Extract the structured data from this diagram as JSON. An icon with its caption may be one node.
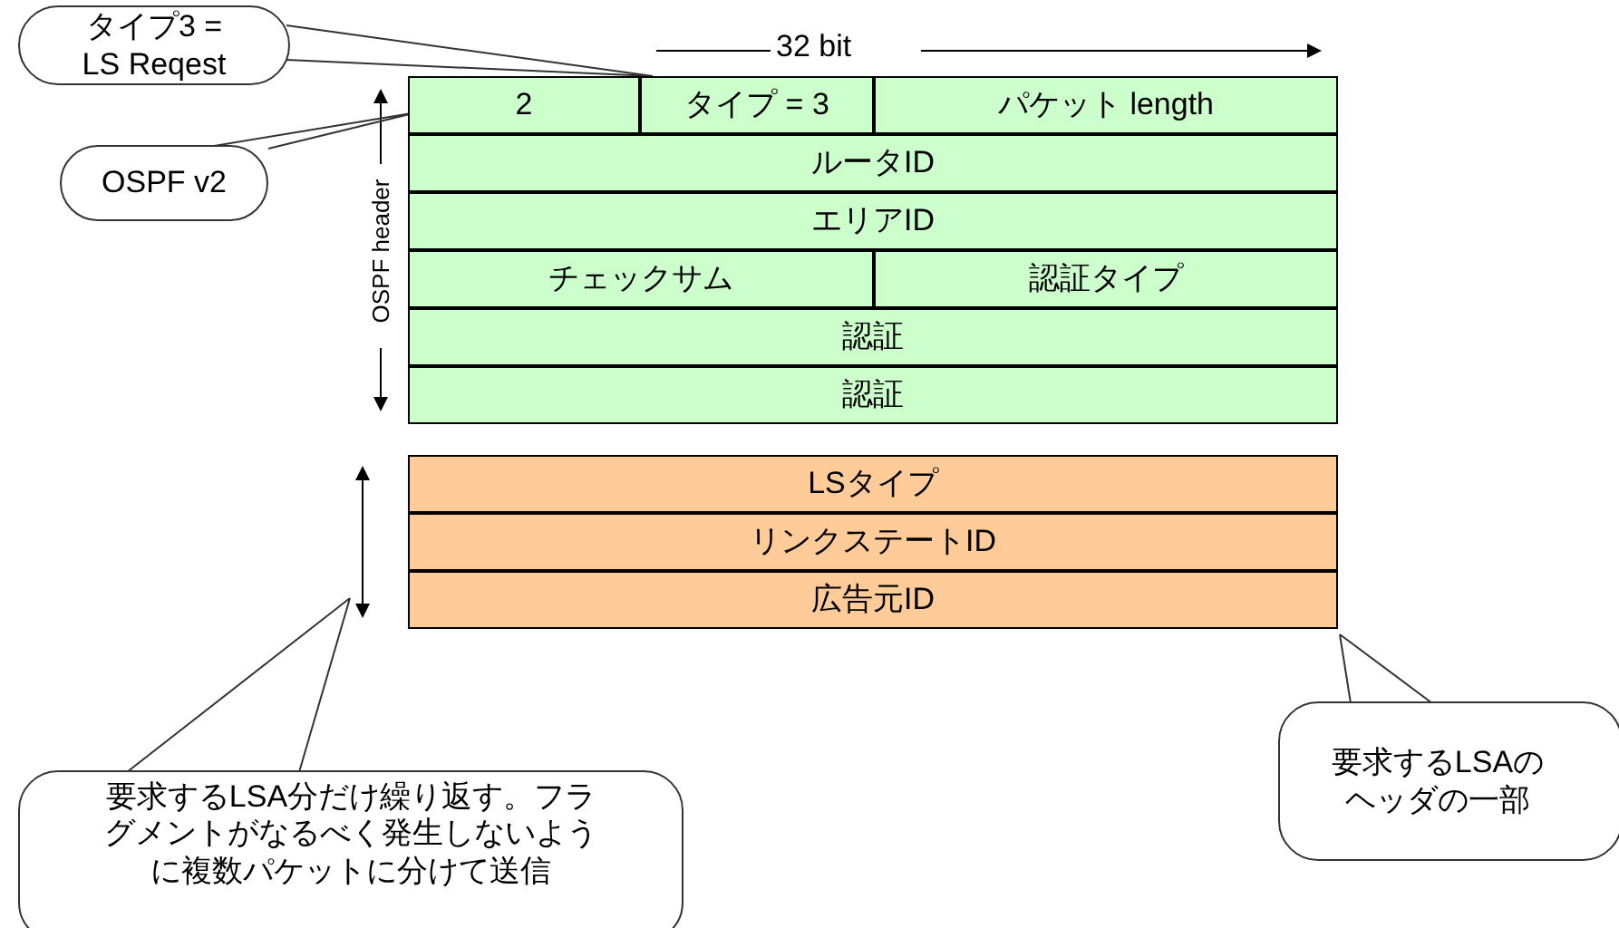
{
  "diagram": {
    "nodes": [
      {
        "text": [
          "タイプ3 = LS Reqest"
        ]
      },
      {
        "text": [
          "2"
        ]
      },
      {
        "text": [
          "タイプ = 3"
        ]
      },
      {
        "text": [
          "パケット length"
        ]
      },
      {
        "text": [
          "OSPF v2"
        ]
      },
      {
        "text": [
          "ルータID"
        ]
      },
      {
        "text": [
          "エリアID"
        ]
      },
      {
        "text": [
          "チェックサム"
        ]
      },
      {
        "text": [
          "認証タイプ"
        ]
      },
      {
        "text": [
          "認証"
        ]
      },
      {
        "text": [
          "認証"
        ]
      },
      {
        "text": [
          "LSタイプ"
        ]
      },
      {
        "text": [
          "リンクステートID"
        ]
      },
      {
        "text": [
          "広告元ID"
        ]
      },
      {
        "text": [
          "要求するLSA分だけ繰り返す。フラグメントがなるべく発生しないように複数パケットに分けて送信"
        ]
      },
      {
        "text": [
          "要求するLSAのヘッダの一部"
        ]
      }
    ],
    "edges": [
      {
        "from": 0,
        "to": 2,
        "arrow": "none"
      },
      {
        "from": 4,
        "to": 1,
        "arrow": "none"
      },
      {
        "from": 14,
        "to": null,
        "arrow": "none"
      },
      {
        "from": 15,
        "to": 13,
        "arrow": "none"
      }
    ],
    "labels": [
      "32 bit",
      "OSPF header"
    ]
  }
}
